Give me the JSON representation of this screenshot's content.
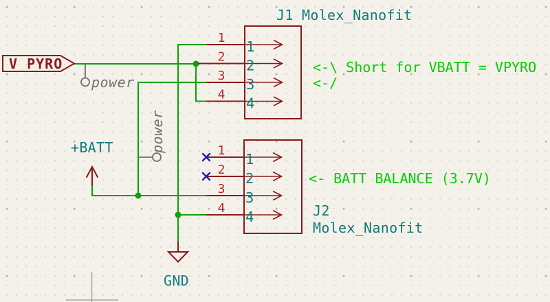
{
  "schematic": {
    "net_labels": {
      "v_pyro": "V_PYRO"
    },
    "power_symbols": {
      "batt": "+BATT",
      "gnd": "GND"
    },
    "netclass_directives": {
      "power_1": "power",
      "power_2": "power"
    },
    "connectors": {
      "j1": {
        "label": "J1 Molex_Nanofit",
        "pins": [
          {
            "number": "1",
            "name": "1"
          },
          {
            "number": "2",
            "name": "2"
          },
          {
            "number": "3",
            "name": "3"
          },
          {
            "number": "4",
            "name": "4"
          }
        ]
      },
      "j2": {
        "ref": "J2",
        "value": "Molex_Nanofit",
        "pins": [
          {
            "number": "1",
            "name": "1",
            "no_connect": true
          },
          {
            "number": "2",
            "name": "2",
            "no_connect": true
          },
          {
            "number": "3",
            "name": "3",
            "no_connect": false
          },
          {
            "number": "4",
            "name": "4",
            "no_connect": false
          }
        ]
      }
    },
    "notes": {
      "short_note_line1": "<-\\ Short for VBATT = VPYRO",
      "short_note_line2": "<-/",
      "balance_note": "<- BATT BALANCE (3.7V)"
    },
    "colors": {
      "background": "#F4F1EA",
      "wire_green": "#0AA10A",
      "note_green": "#00CE00",
      "symbol_dark_red": "#8A1A1A",
      "pin_number_red": "#BC2626",
      "field_teal": "#107C7C",
      "no_connect_blue": "#2020B0",
      "netclass_gray": "#6F6F6F"
    }
  }
}
